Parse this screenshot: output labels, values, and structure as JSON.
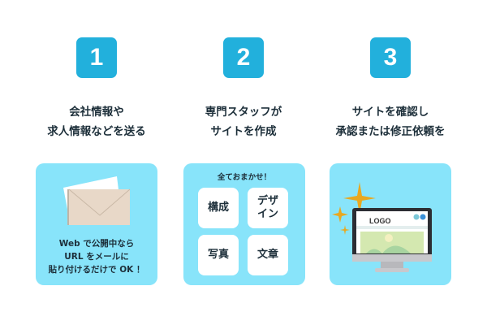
{
  "steps": [
    {
      "number": "1",
      "title_lines": [
        "会社情報や",
        "求人情報などを送る"
      ],
      "card": {
        "note_lines": [
          "Web で公開中なら",
          "URL をメールに",
          "貼り付けるだけで OK ！"
        ]
      }
    },
    {
      "number": "2",
      "title_lines": [
        "専門スタッフが",
        "サイトを作成"
      ],
      "card": {
        "label": "全ておまかせ！",
        "tiles": [
          "構成",
          "デザ\nイン",
          "写真",
          "文章"
        ]
      }
    },
    {
      "number": "3",
      "title_lines": [
        "サイトを確認し",
        "承認または修正依頼を"
      ],
      "card": {
        "logo_text": "LOGO"
      }
    }
  ],
  "colors": {
    "accent": "#22b0dc",
    "card_bg": "#88e4fa",
    "text": "#1d2f3a",
    "sparkle": "#e8a820"
  }
}
